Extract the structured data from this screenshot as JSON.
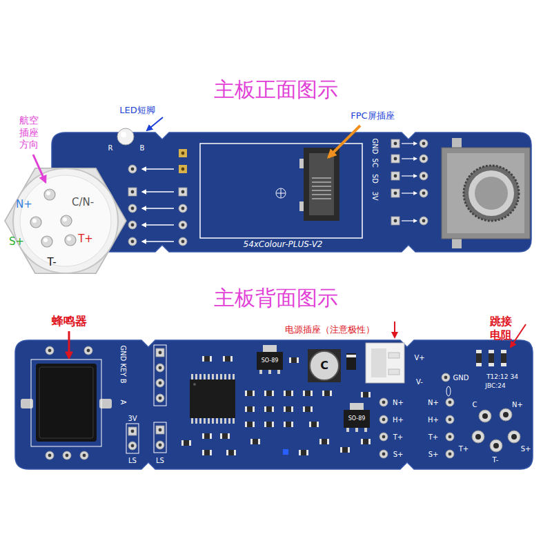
{
  "diagram": {
    "nodes": [
      {
        "text": [
          "R",
          "B",
          "GND",
          "SC",
          "SD",
          "3V",
          "54xColour-PLUS-V2"
        ]
      },
      {
        "text": [
          "N+",
          "C/N-",
          "S+",
          "T+",
          "T-"
        ]
      },
      {
        "text": [
          "GND KEY B",
          "A",
          "3V",
          "LS",
          "LS",
          "SO-89",
          "C",
          "V+",
          "V-",
          "SO-89",
          "N+",
          "H+",
          "T+",
          "S+",
          "GND",
          "T12:12 34",
          "JBC:24",
          "N+",
          "H+",
          "T+",
          "S+",
          "C",
          "N+",
          "T+",
          "S+",
          "T-"
        ]
      }
    ],
    "labels": [
      "主板正面图示",
      "航空 插座 方向",
      "LED短脚",
      "FPC屏插座",
      "主板背面图示",
      "蜂鸣器",
      "电源插座（注意极性）",
      "跳接 电阻"
    ]
  }
}
